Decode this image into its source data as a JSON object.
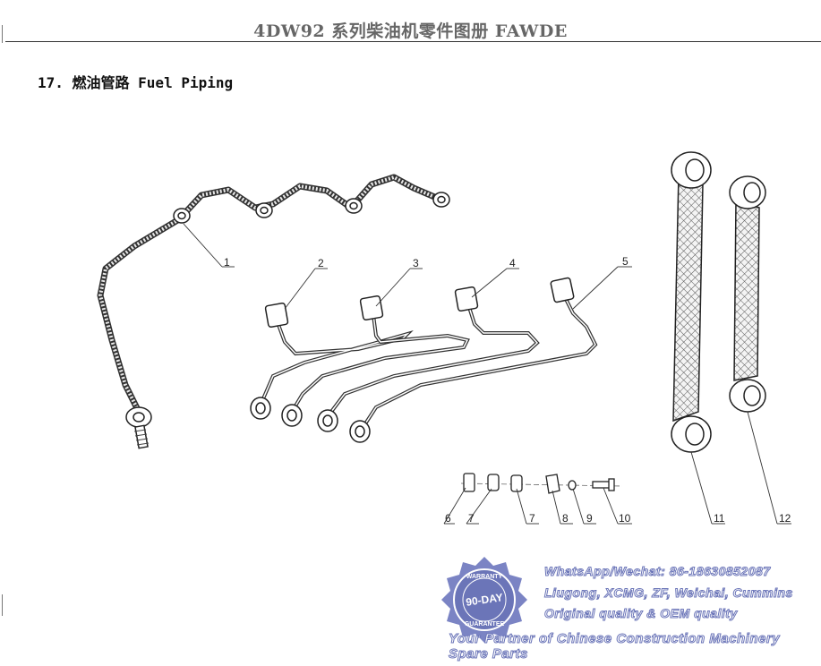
{
  "header": {
    "title": "4DW92  系列柴油机零件图册   FAWDE"
  },
  "section": {
    "title": "17. 燃油管路 Fuel Piping"
  },
  "callouts": [
    "1",
    "2",
    "3",
    "4",
    "5",
    "6",
    "7",
    "7",
    "8",
    "9",
    "10",
    "11",
    "12"
  ],
  "badge": {
    "top_text": "WARRANTY",
    "center_text": "90-DAY",
    "bottom_text": "GUARANTEE",
    "color": "#6b75b8"
  },
  "watermark": {
    "line1": "WhatsApp/Wechat: 86-18630852087",
    "line2": "Liugong, XCMG, ZF, Weichai, Cummins",
    "line3": "Original quality & OEM quality",
    "line4": "Your Partner of Chinese Construction Machinery Spare Parts"
  }
}
